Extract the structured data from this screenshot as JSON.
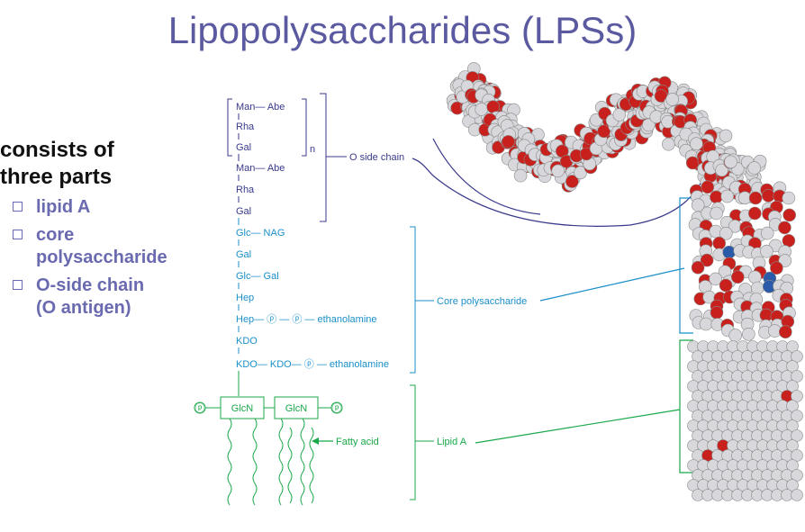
{
  "slide": {
    "title": "Lipopolysaccharides (LPSs)",
    "heading_line1": "consists of",
    "heading_line2": "three parts",
    "items": [
      {
        "line1": "lipid A",
        "line2": ""
      },
      {
        "line1": "core",
        "line2": "polysaccharide"
      },
      {
        "line1": "O-side chain",
        "line2": "(O antigen)"
      }
    ]
  },
  "diagram": {
    "o_chain": {
      "repeat_unit": [
        "Man— Abe",
        "Rha",
        "Gal"
      ],
      "repeat_subscript": "n",
      "unit": [
        "Man— Abe",
        "Rha",
        "Gal"
      ],
      "label": "O side chain",
      "color": "#3a3a8c"
    },
    "core": {
      "rows": [
        "Glc— NAG",
        "Gal",
        "Glc— Gal",
        "Hep",
        "Hep— ⓟ — ⓟ — ethanolamine",
        "KDO",
        "KDO— KDO— ⓟ — ethanolamine"
      ],
      "label": "Core polysaccharide",
      "color": "#1a8fc9"
    },
    "lipid_a": {
      "glcn_1": "GlcN",
      "glcn_2": "GlcN",
      "phosphate": "ⓟ",
      "fatty_acid_label": "Fatty acid",
      "label": "Lipid A",
      "color": "#1aa84a"
    },
    "model_colors": {
      "carbon": "#d8d8dc",
      "oxygen": "#c8201c",
      "nitrogen": "#2a5aa8",
      "phosphorus": "#1f8a5a"
    }
  }
}
